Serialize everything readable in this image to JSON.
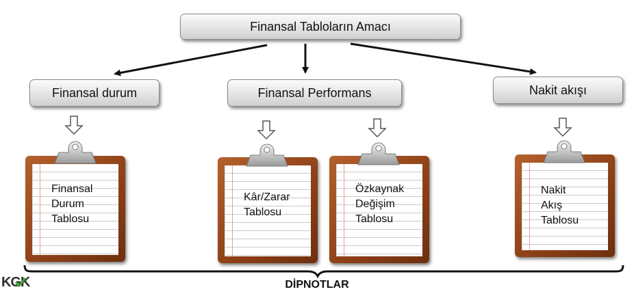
{
  "top": {
    "label": "Finansal Tabloların Amacı"
  },
  "categories": [
    {
      "label": "Finansal durum"
    },
    {
      "label": "Finansal Performans"
    },
    {
      "label": "Nakit akışı"
    }
  ],
  "clipboards": [
    {
      "text": "Finansal\nDurum\nTablosu"
    },
    {
      "text": "Kâr/Zarar\nTablosu"
    },
    {
      "text": "Özkaynak\nDeğişim\nTablosu"
    },
    {
      "text": "Nakit\nAkış\nTablosu"
    }
  ],
  "footer": {
    "label": "DİPNOTLAR"
  },
  "logo": {
    "text": "KGK"
  }
}
